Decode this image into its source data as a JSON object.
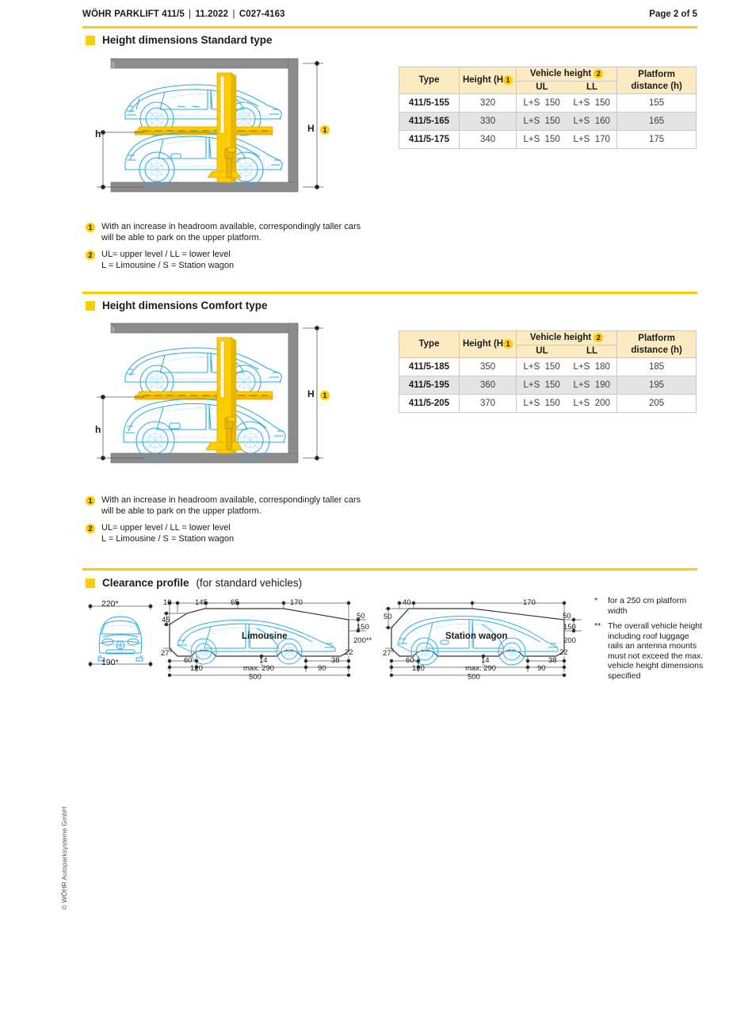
{
  "header": {
    "product": "WÖHR PARKLIFT 411/5",
    "date": "11.2022",
    "code": "C027-4163",
    "separator": "|",
    "page": "Page 2 of 5"
  },
  "sections": [
    {
      "title": "Height dimensions Standard type"
    },
    {
      "title": "Height dimensions Comfort type"
    },
    {
      "title": "Clearance profile",
      "subtitle": "(for standard vehicles)"
    }
  ],
  "table": {
    "columns": {
      "type": "Type",
      "height": "Height (H",
      "height_suffix": ")",
      "vehicle_height": "Vehicle height",
      "ul": "UL",
      "ll": "LL",
      "platform_distance": "Platform\ndistance (h)",
      "platform_distance_l1": "Platform",
      "platform_distance_l2": "distance (h)"
    },
    "badge_1": "1",
    "badge_2": "2",
    "standard_rows": [
      {
        "type": "411/5-155",
        "height": "320",
        "ul_prefix": "L+S",
        "ul": "150",
        "ll_prefix": "L+S",
        "ll": "150",
        "platform": "155"
      },
      {
        "type": "411/5-165",
        "height": "330",
        "ul_prefix": "L+S",
        "ul": "150",
        "ll_prefix": "L+S",
        "ll": "160",
        "platform": "165"
      },
      {
        "type": "411/5-175",
        "height": "340",
        "ul_prefix": "L+S",
        "ul": "150",
        "ll_prefix": "L+S",
        "ll": "170",
        "platform": "175"
      }
    ],
    "comfort_rows": [
      {
        "type": "411/5-185",
        "height": "350",
        "ul_prefix": "L+S",
        "ul": "150",
        "ll_prefix": "L+S",
        "ll": "180",
        "platform": "185"
      },
      {
        "type": "411/5-195",
        "height": "360",
        "ul_prefix": "L+S",
        "ul": "150",
        "ll_prefix": "L+S",
        "ll": "190",
        "platform": "195"
      },
      {
        "type": "411/5-205",
        "height": "370",
        "ul_prefix": "L+S",
        "ul": "150",
        "ll_prefix": "L+S",
        "ll": "200",
        "platform": "205"
      }
    ]
  },
  "footnotes": [
    {
      "num": "1",
      "line1": "With an increase in headroom available, correspondingly taller cars",
      "line2": "will be able to park on the upper platform."
    },
    {
      "num": "2",
      "line1": "UL= upper level / LL = lower level",
      "line2": "L = Limousine / S = Station wagon"
    }
  ],
  "illustration": {
    "label_h_upper": "H",
    "label_h_lower": "h",
    "badge": "1"
  },
  "clearance": {
    "front_view": {
      "top": "220*",
      "bottom": "190*"
    },
    "limousine": {
      "label": "Limousine",
      "top_dims": [
        "10",
        "145",
        "65",
        "170"
      ],
      "left_dims": [
        "45",
        "27",
        "5"
      ],
      "left_front": "45",
      "left_low": "27",
      "left_low_sup": "5",
      "right_top": "50",
      "right_mid": "150",
      "right_low": "200**",
      "right_corner": "22",
      "bottom_dims": [
        "60",
        "14",
        "38"
      ],
      "mid_dims": [
        "120",
        "max. 290",
        "90"
      ],
      "total": "500"
    },
    "station_wagon": {
      "label": "Station wagon",
      "top_dims": [
        "40",
        "170"
      ],
      "left_top": "50",
      "left_low": "27",
      "left_low_sup": "5",
      "right_top": "50",
      "right_mid": "150",
      "right_low": "200",
      "right_corner": "22",
      "bottom_dims": [
        "60",
        "14",
        "38"
      ],
      "mid_dims": [
        "120",
        "max. 290",
        "90"
      ],
      "total": "500"
    },
    "notes": [
      {
        "marker": "*",
        "text": "for a 250 cm platform width"
      },
      {
        "marker": "**",
        "text": "The overall vehicle height including roof luggage rails an antenna mounts must not exceed the max. vehicle height dimensions specified"
      }
    ]
  },
  "footer": {
    "copyright": "© WÖHR Autoparksysteme GmbH"
  },
  "colors": {
    "accent": "#FFCC00",
    "table_header": "#FCEBC0",
    "row_alt": "#E4E4E4",
    "car_line": "#29ABE2",
    "wall": "#8C8C8C"
  }
}
